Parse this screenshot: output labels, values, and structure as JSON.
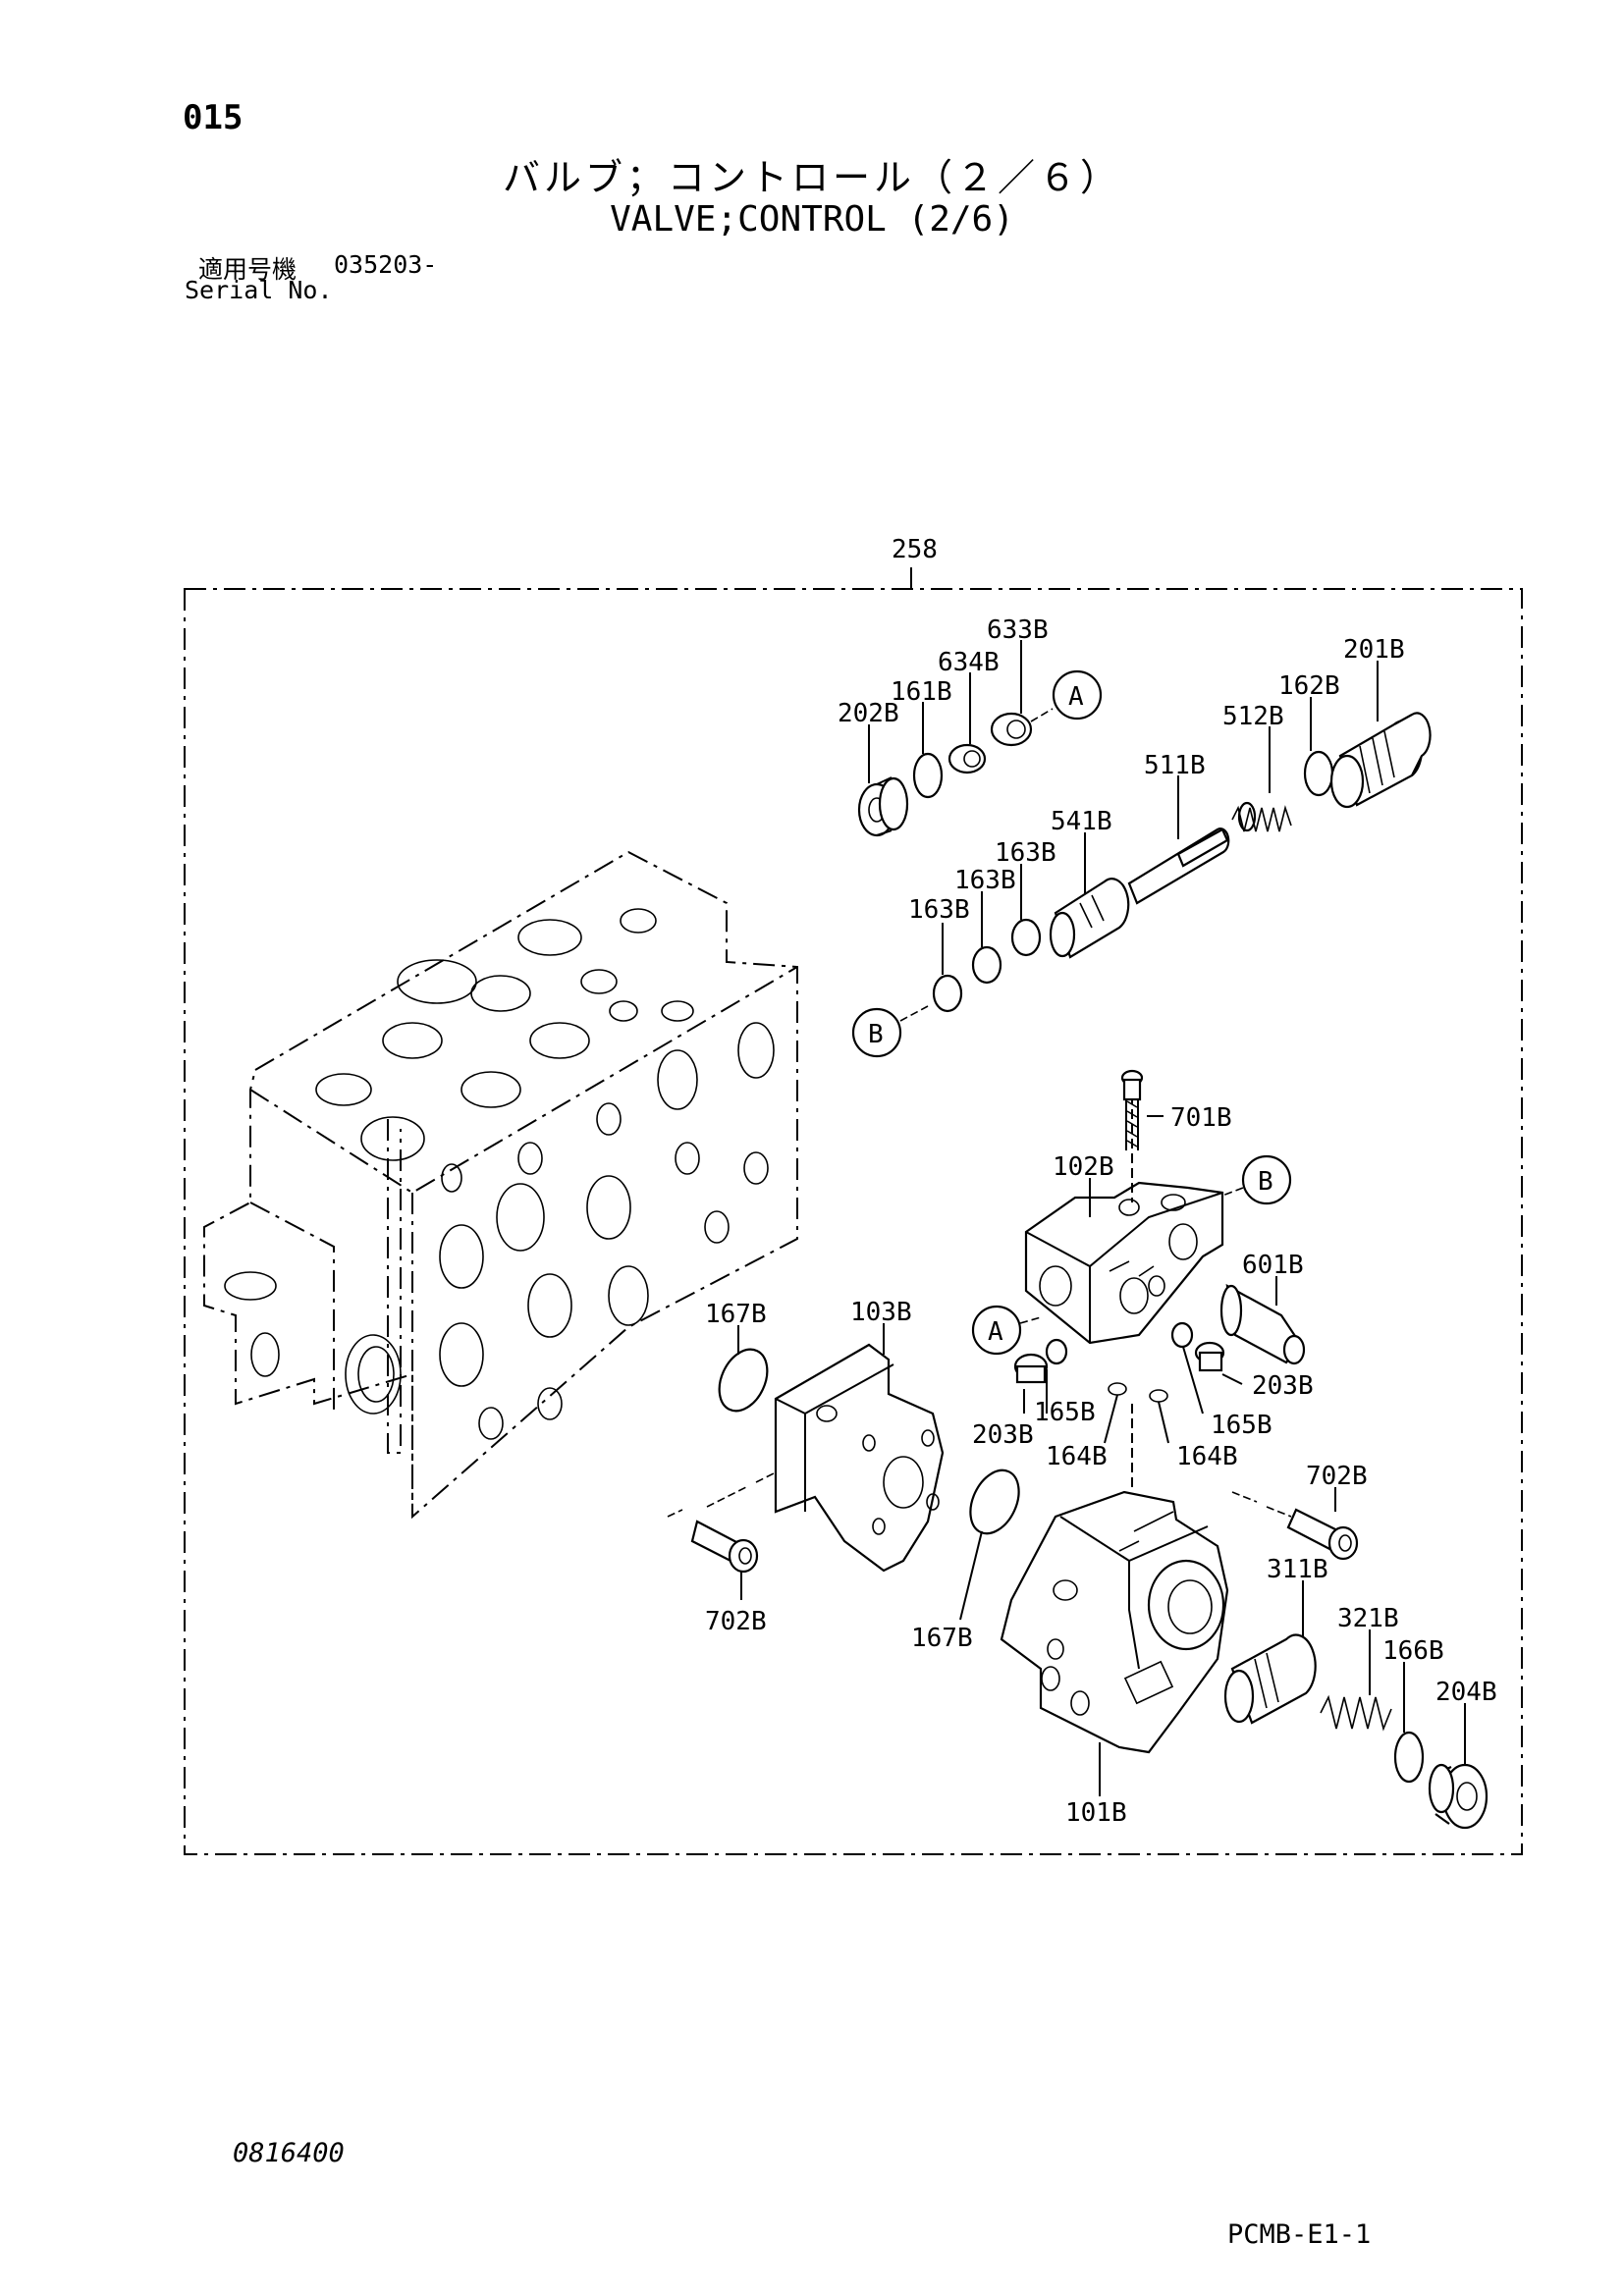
{
  "header": {
    "page_number": "015",
    "title_jp": "バルブ；コントロール（２／６）",
    "title_en": "VALVE;CONTROL (2/6)",
    "serial_label_jp": "適用号機",
    "serial_value": "035203-",
    "serial_label_en": "Serial No."
  },
  "diagram": {
    "assembly_label": "258",
    "callouts": {
      "p633B": "633B",
      "p634B": "634B",
      "p161B": "161B",
      "p202B": "202B",
      "p201B": "201B",
      "p162B": "162B",
      "p512B": "512B",
      "p511B": "511B",
      "p541B": "541B",
      "p163B_1": "163B",
      "p163B_2": "163B",
      "p163B_3": "163B",
      "p701B": "701B",
      "p102B": "102B",
      "p601B": "601B",
      "p167B_1": "167B",
      "p103B": "103B",
      "p203B_1": "203B",
      "p165B_1": "165B",
      "p164B_1": "164B",
      "p164B_2": "164B",
      "p165B_2": "165B",
      "p203B_2": "203B",
      "p702B_1": "702B",
      "p702B_2": "702B",
      "p167B_2": "167B",
      "p311B": "311B",
      "p321B": "321B",
      "p166B": "166B",
      "p204B": "204B",
      "p101B": "101B"
    },
    "reference_markers": {
      "a_top": "A",
      "b_left": "B",
      "b_right": "B",
      "a_mid": "A"
    }
  },
  "footer": {
    "drawing_code": "0816400",
    "page_ref": "PCMB-E1-1"
  }
}
